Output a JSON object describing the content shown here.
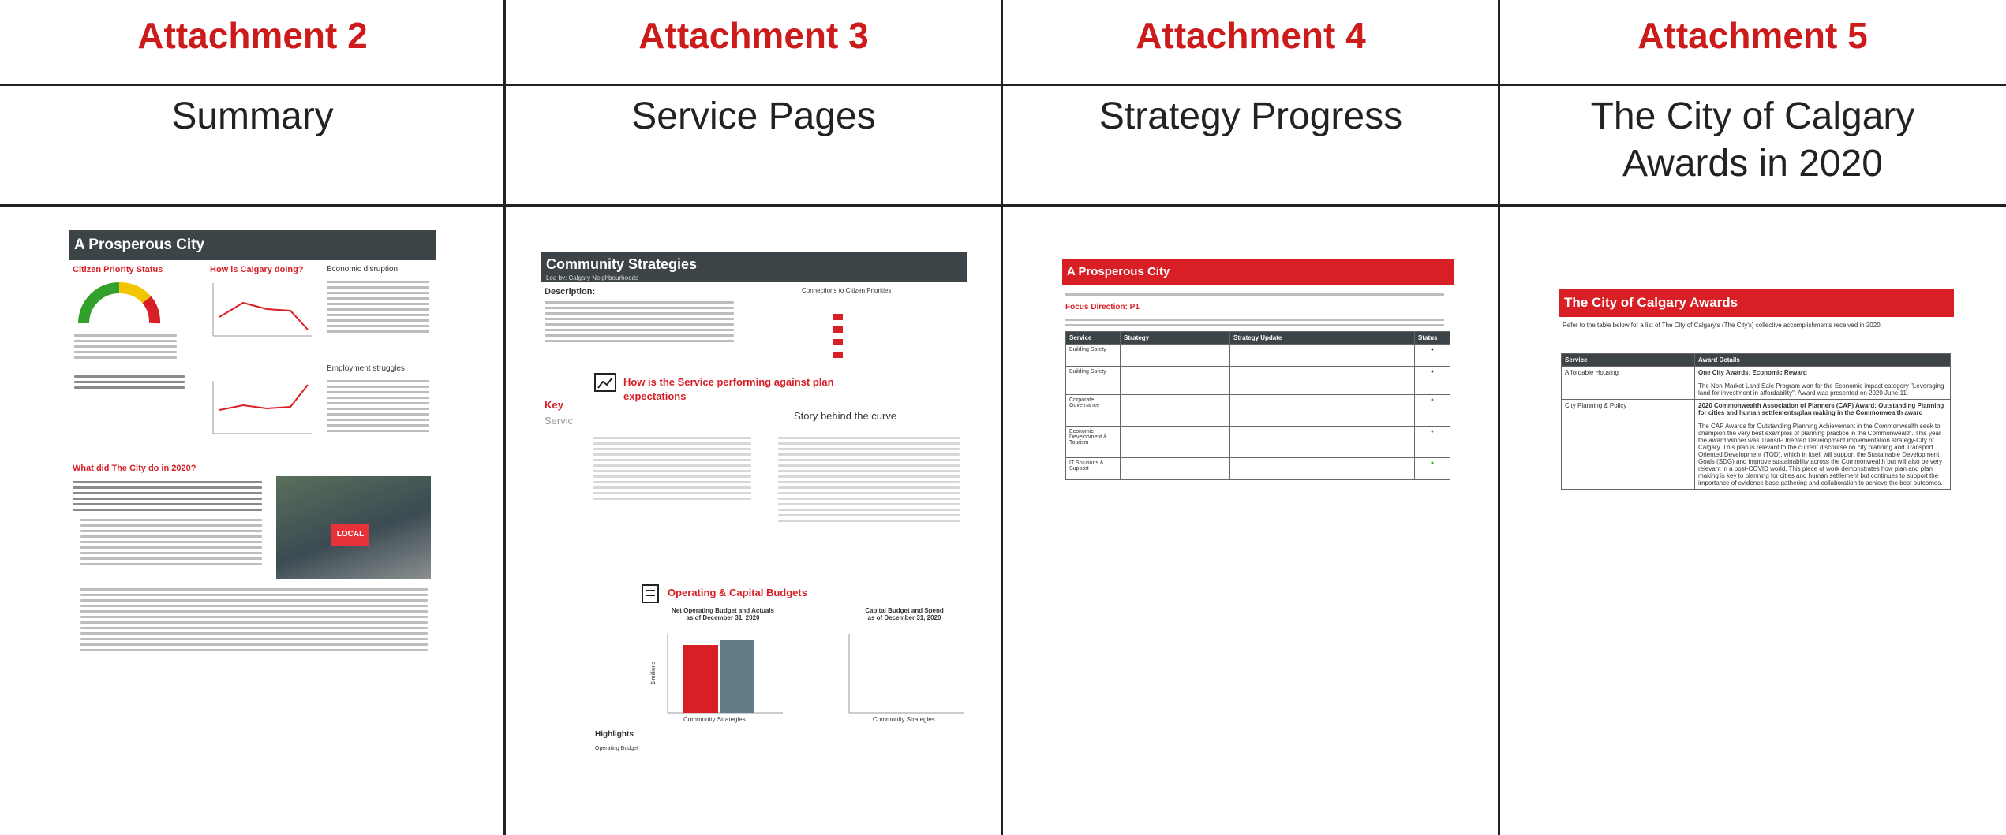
{
  "columns": [
    {
      "attachment": "Attachment 2",
      "subtitle": "Summary"
    },
    {
      "attachment": "Attachment 3",
      "subtitle": "Service Pages"
    },
    {
      "attachment": "Attachment 4",
      "subtitle": "Strategy Progress"
    },
    {
      "attachment": "Attachment 5",
      "subtitle_line1": "The City of Calgary",
      "subtitle_line2": "Awards in 2020"
    }
  ],
  "summary": {
    "header": "A Prosperous City",
    "citizen_priority": "Citizen Priority Status",
    "how_doing": "How is Calgary doing?",
    "economic_disruption": "Economic disruption",
    "employment_struggles": "Employment struggles",
    "what_did": "What did The City do in 2020?",
    "sign_text": "LOCAL"
  },
  "service": {
    "header": "Community Strategies",
    "led_by": "Led by: Calgary Neighbourhoods",
    "description": "Description:",
    "connections": "Connections to Citizen Priorities",
    "key": "Key",
    "servic": "Servic",
    "performing_line1": "How is the Service performing against plan",
    "performing_line2": "expectations",
    "story": "Story behind the curve",
    "budget_title": "Operating & Capital Budgets",
    "net_op_line1": "Net Operating Budget and Actuals",
    "net_op_line2": "as of December 31, 2020",
    "capital_line1": "Capital Budget and Spend",
    "capital_line2": "as of December 31, 2020",
    "cat_label": "Community Strategies",
    "cat_label2": "Community Strategies",
    "y_axis": "$ millions",
    "highlights": "Highlights",
    "op_budget": "Operating Budget"
  },
  "strategy": {
    "header": "A Prosperous City",
    "focus": "Focus Direction: P1",
    "col_service": "Service",
    "col_strategy": "Strategy",
    "col_update": "Strategy Update",
    "col_status": "Status",
    "rows": [
      "Building Safety",
      "Building Safety",
      "Corporate Governance",
      "Economic Development & Tourism",
      "IT Solutions & Support"
    ]
  },
  "awards": {
    "header": "The City of Calgary Awards",
    "intro": "Refer to the table below for a list of The City of Calgary's (The City's) collective accomplishments received in 2020",
    "col_service": "Service",
    "col_award": "Award Details",
    "row1_service": "Affordable Housing",
    "row1_title": "One City Awards: Economic Reward",
    "row1_text": "The Non-Market Land Sale Program won for the Economic impact category \"Leveraging land for investment in affordability\". Award was presented on 2020 June 11.",
    "row2_service": "City Planning & Policy",
    "row2_title": "2020 Commonwealth Association of Planners (CAP) Award: Outstanding Planning for cities and human settlements/plan making in the Commonwealth award",
    "row2_text": "The CAP Awards for Outstanding Planning Achievement in the Commonwealth seek to champion the very best examples of planning practice in the Commonwealth. This year the award winner was Transit-Oriented Development implementation strategy-City of Calgary. This plan is relevant to the current discourse on city planning and Transport Oriented Development (TOD), which in itself will support the Sustainable Development Goals (SDG) and improve sustainability across the Commonwealth but will also be very relevant in a post-COVID world. This piece of work demonstrates how plan and plan making is key to planning for cities and human settlement but continues to support the importance of evidence base gathering and collaboration to achieve the best outcomes."
  },
  "colors": {
    "accent": "#cc1b1b",
    "header_bar": "#3d4447",
    "bar_red": "#d81f26",
    "bar_slate": "#647b88"
  }
}
